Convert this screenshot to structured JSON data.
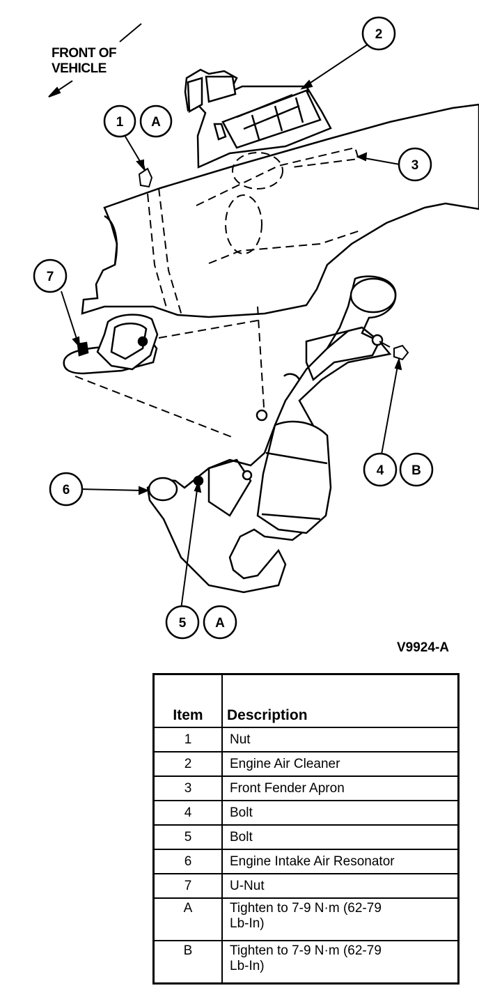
{
  "diagram": {
    "front_label_line1": "FRONT OF",
    "front_label_line2": "VEHICLE",
    "figure_id": "V9924-A",
    "callouts": [
      {
        "id": "c1",
        "text": "1"
      },
      {
        "id": "cA1",
        "text": "A"
      },
      {
        "id": "c2",
        "text": "2"
      },
      {
        "id": "c3",
        "text": "3"
      },
      {
        "id": "c4",
        "text": "4"
      },
      {
        "id": "cB",
        "text": "B"
      },
      {
        "id": "c5",
        "text": "5"
      },
      {
        "id": "cA2",
        "text": "A"
      },
      {
        "id": "c6",
        "text": "6"
      },
      {
        "id": "c7",
        "text": "7"
      }
    ]
  },
  "table": {
    "header_item": "Item",
    "header_description": "Description",
    "rows": [
      {
        "item": "1",
        "desc1": "Nut",
        "desc2": ""
      },
      {
        "item": "2",
        "desc1": "Engine Air Cleaner",
        "desc2": ""
      },
      {
        "item": "3",
        "desc1": "Front Fender Apron",
        "desc2": ""
      },
      {
        "item": "4",
        "desc1": "Bolt",
        "desc2": ""
      },
      {
        "item": "5",
        "desc1": "Bolt",
        "desc2": ""
      },
      {
        "item": "6",
        "desc1": "Engine Intake Air Resonator",
        "desc2": ""
      },
      {
        "item": "7",
        "desc1": "U-Nut",
        "desc2": ""
      },
      {
        "item": "A",
        "desc1": "Tighten to 7-9 N·m (62-79",
        "desc2": "Lb-In)"
      },
      {
        "item": "B",
        "desc1": "Tighten to 7-9 N·m (62-79",
        "desc2": "Lb-In)"
      }
    ]
  }
}
